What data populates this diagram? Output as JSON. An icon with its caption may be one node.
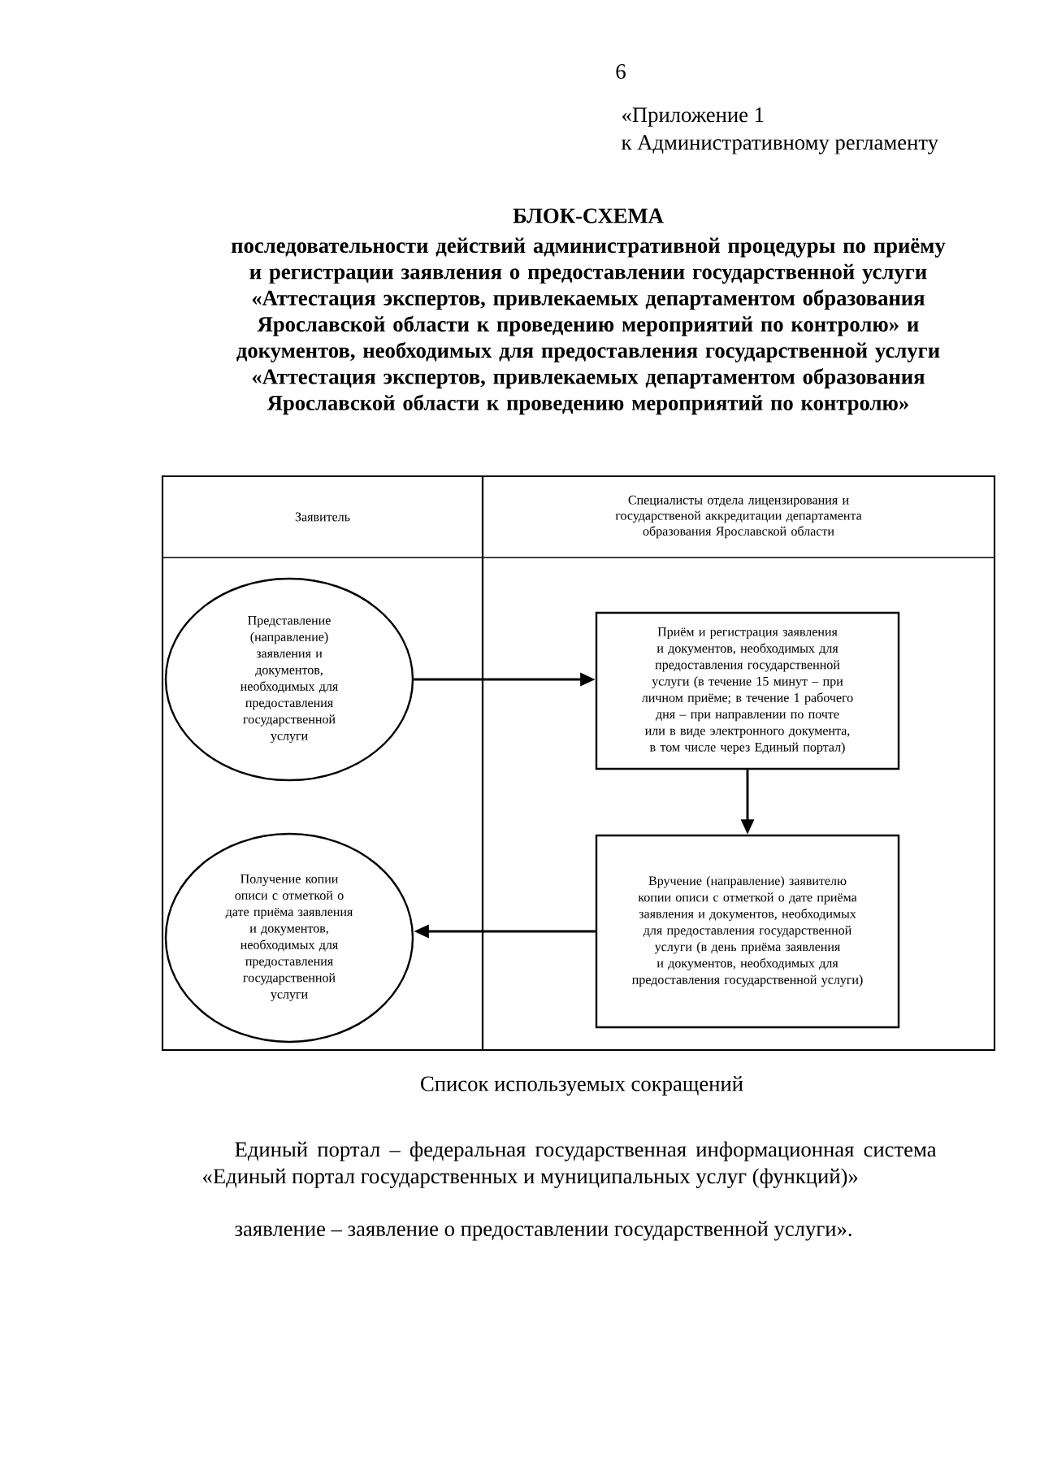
{
  "diagram": {
    "title": "БЛОК-СХЕМА",
    "nodes": [
      {
        "text": [
          "Заявитель"
        ]
      },
      {
        "text": [
          "Специалисты отдела лицензирования и государственой аккредитации департамента образования Ярославской области"
        ]
      },
      {
        "text": [
          "Представление (направление) заявления и документов, необходимых для предоставления государственной услуги"
        ],
        "in": 0
      },
      {
        "text": [
          "Приём и регистрация заявления и документов, необходимых для предоставления государственной услуги (в течение 15 минут – при личном приёме; в течение 1 рабочего дня – при направлении по почте или в виде электронного документа, в том числе через Единый портал)"
        ],
        "in": 1
      },
      {
        "text": [
          "Вручение (направление) заявителю копии описи с отметкой о дате приёма заявления и документов, необходимых для предоставления государственной услуги (в день приёма заявления и документов, необходимых для предоставления государственной услуги)"
        ],
        "in": 1
      },
      {
        "text": [
          "Получение копии описи с отметкой о дате приёма заявления и документов, необходимых для предоставления государственной услуги"
        ],
        "in": 0
      }
    ],
    "edges": [
      {
        "from": 2,
        "to": 3,
        "arrow": "to"
      },
      {
        "from": 3,
        "to": 4,
        "arrow": "to"
      },
      {
        "from": 4,
        "to": 5,
        "arrow": "to"
      }
    ],
    "labels": [
      "6",
      "«Приложение 1",
      "к Административному регламенту",
      "последовательности действий административной процедуры по приёму и регистрации заявления о предоставлении государственной услуги «Аттестация экспертов, привлекаемых департаментом образования Ярославской области к проведению мероприятий по контролю» и документов, необходимых для предоставления государственной услуги «Аттестация экспертов, привлекаемых департаментом образования Ярославской области к проведению мероприятий по контролю»",
      "Список используемых сокращений",
      "Единый портал – федеральная государственная информационная система «Единый портал государственных и муниципальных услуг (функций)»",
      "заявление – заявление о предоставлении государственной услуги»."
    ]
  }
}
